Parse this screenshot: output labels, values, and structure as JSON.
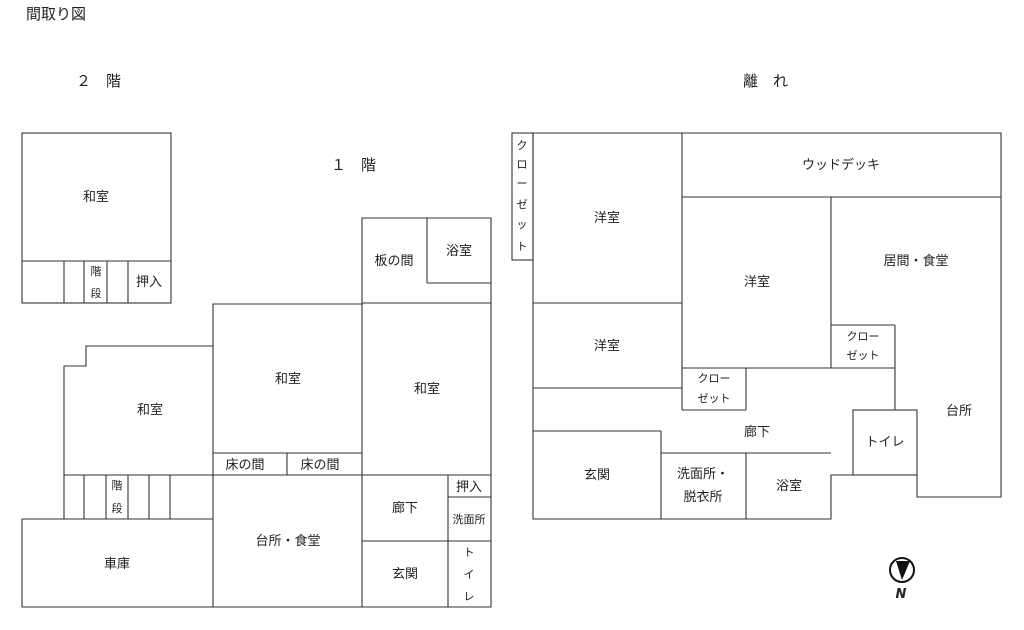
{
  "title": "間取り図",
  "floor2": {
    "heading": "２　階",
    "rooms": {
      "washitsu": "和室",
      "stairs_a": "階",
      "stairs_b": "段",
      "oshiire": "押入"
    }
  },
  "floor1": {
    "heading": "１　階",
    "rooms": {
      "itanoma": "板の間",
      "yokushitsu": "浴室",
      "washitsu_center": "和室",
      "washitsu_right": "和室",
      "washitsu_left": "和室",
      "tokonoma_1": "床の間",
      "tokonoma_2": "床の間",
      "stairs_a": "階",
      "stairs_b": "段",
      "oshiire": "押入",
      "rouka": "廊下",
      "senmenjo": "洗面所",
      "kitchen_dining": "台所・食堂",
      "garage": "車庫",
      "genkan": "玄関",
      "toilet_1": "ト",
      "toilet_2": "イ",
      "toilet_3": "レ"
    }
  },
  "annex": {
    "heading": "離　れ",
    "rooms": {
      "closet_vertical": [
        "ク",
        "ロ",
        "ー",
        "ゼ",
        "ッ",
        "ト"
      ],
      "youshitsu_top": "洋室",
      "wood_deck": "ウッドデッキ",
      "youshitsu_center": "洋室",
      "living_dining": "居間・食堂",
      "closet_right_a": "クロー",
      "closet_right_b": "ゼット",
      "youshitsu_left": "洋室",
      "closet_center_a": "クロー",
      "closet_center_b": "ゼット",
      "rouka": "廊下",
      "toilet": "トイレ",
      "kitchen": "台所",
      "genkan": "玄関",
      "senmen_datsui_a": "洗面所・",
      "senmen_datsui_b": "脱衣所",
      "yokushitsu": "浴室"
    }
  },
  "compass": {
    "icon": "north-arrow-icon",
    "label": "N"
  }
}
